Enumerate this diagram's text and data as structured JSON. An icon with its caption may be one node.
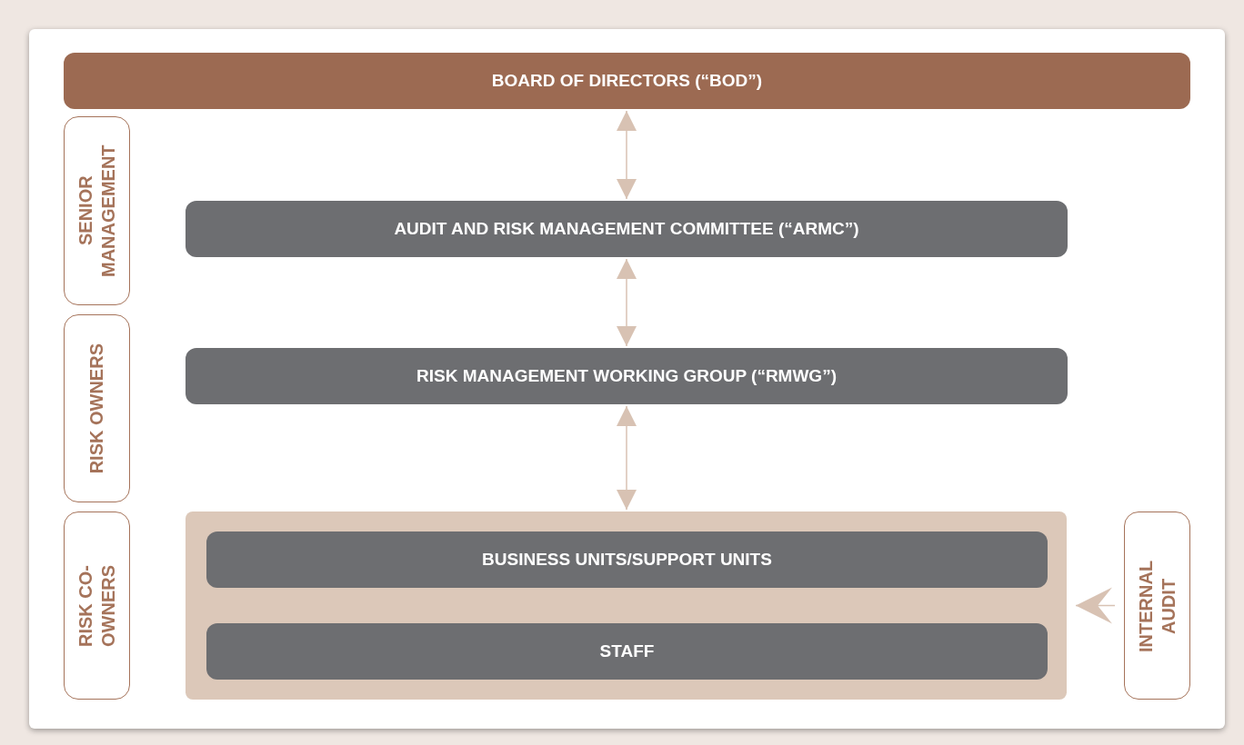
{
  "diagram": {
    "nodes": [
      {
        "text": [
          "BOARD OF DIRECTORS (“BOD”)"
        ]
      },
      {
        "text": [
          "SENIOR MANAGEMENT"
        ]
      },
      {
        "text": [
          "AUDIT AND RISK MANAGEMENT COMMITTEE (“ARMC”)"
        ]
      },
      {
        "text": [
          "RISK OWNERS"
        ]
      },
      {
        "text": [
          "RISK MANAGEMENT WORKING GROUP (“RMWG”)"
        ]
      },
      {
        "text": [
          "RISK CO-OWNERS"
        ]
      },
      {
        "text": [],
        "shape": "box"
      },
      {
        "text": [
          "BUSINESS UNITS/SUPPORT UNITS"
        ],
        "in": 6
      },
      {
        "text": [
          "STAFF"
        ],
        "in": 6
      },
      {
        "text": [
          "INTERNAL AUDIT"
        ]
      }
    ],
    "edges": [
      {
        "from": 0,
        "to": 2,
        "arrow": "both"
      },
      {
        "from": 2,
        "to": 4,
        "arrow": "both"
      },
      {
        "from": 4,
        "to": 6,
        "arrow": "both"
      },
      {
        "from": 9,
        "to": 6,
        "arrow": "to"
      }
    ]
  }
}
